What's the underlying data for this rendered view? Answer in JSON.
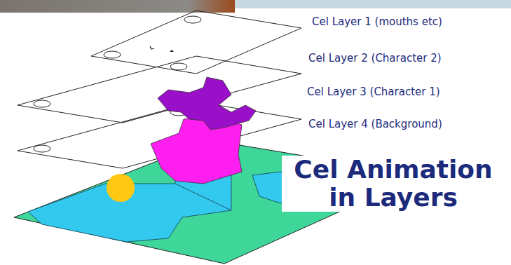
{
  "diagram": {
    "title": "Cel Animation in Layers",
    "labels": [
      "Cel Layer 1 (mouths etc)",
      "Cel Layer 2 (Character 2)",
      "Cel Layer 3 (Character 1)",
      "Cel Layer 4 (Background)"
    ]
  }
}
